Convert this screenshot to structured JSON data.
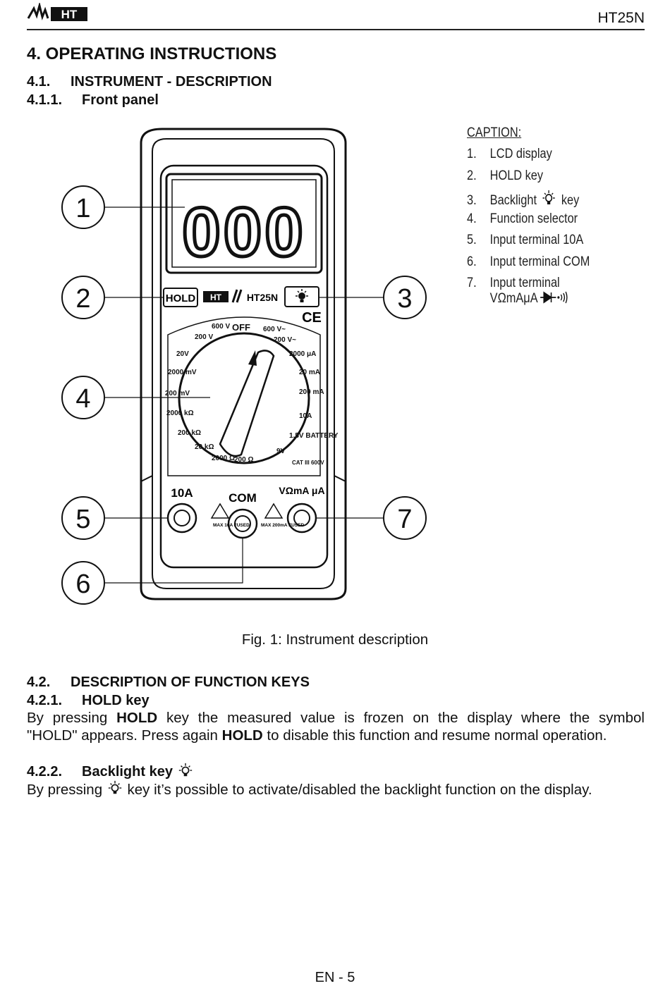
{
  "header": {
    "logo_text": "HT",
    "model": "HT25N"
  },
  "section": {
    "title": "4. OPERATING INSTRUCTIONS",
    "sub1_num": "4.1.",
    "sub1_title": "INSTRUMENT - DESCRIPTION",
    "sub2_num": "4.1.1.",
    "sub2_title": "Front panel"
  },
  "caption": {
    "title": "CAPTION:",
    "items": [
      {
        "n": "1.",
        "text": "LCD display"
      },
      {
        "n": "2.",
        "text": "HOLD key"
      },
      {
        "n": "3.",
        "text": "Backlight",
        "suffix": "key"
      },
      {
        "n": "4.",
        "text": "Function selector"
      },
      {
        "n": "5.",
        "text": "Input terminal 10A"
      },
      {
        "n": "6.",
        "text": "Input terminal COM"
      },
      {
        "n": "7.",
        "text": "Input terminal",
        "line2": "VΩmAμA"
      }
    ]
  },
  "figure": {
    "callouts": [
      "1",
      "2",
      "3",
      "4",
      "5",
      "6",
      "7"
    ],
    "lcd": "000",
    "hold": "HOLD",
    "brand": "HT",
    "model": "HT25N",
    "ce": "CE",
    "off": "OFF",
    "dial_labels": [
      "600 V~",
      "200 V~",
      "2000 μA",
      "20 mA",
      "200 mA",
      "10A",
      "1.5V BATTERY",
      "9V",
      "CAT III 600V",
      "200 Ω",
      "2000 Ω",
      "20 kΩ",
      "200 kΩ",
      "2000 kΩ",
      "200 mV",
      "2000 mV",
      "20V",
      "200 V",
      "600 V"
    ],
    "terminals": [
      "10A",
      "COM",
      "VΩmA μA"
    ],
    "fuse_left": "MAX 10A FUSED",
    "fuse_right": "MAX 200mA FUSED",
    "caption": "Fig. 1: Instrument description"
  },
  "keys": {
    "num": "4.2.",
    "title": "DESCRIPTION OF FUNCTION KEYS",
    "hold_num": "4.2.1.",
    "hold_title": "HOLD key",
    "hold_p1": "By pressing ",
    "hold_b1": "HOLD",
    "hold_p2": " key the measured value is frozen on the display where the symbol",
    "hold_p3": "\"HOLD\" appears. Press again ",
    "hold_b2": "HOLD",
    "hold_p4": " to disable this function and resume normal operation.",
    "bl_num": "4.2.2.",
    "bl_title": "Backlight key",
    "bl_p1": "By pressing ",
    "bl_p2": " key it’s possible to activate/disabled the backlight function on the display."
  },
  "footer": {
    "page": "EN - 5"
  }
}
